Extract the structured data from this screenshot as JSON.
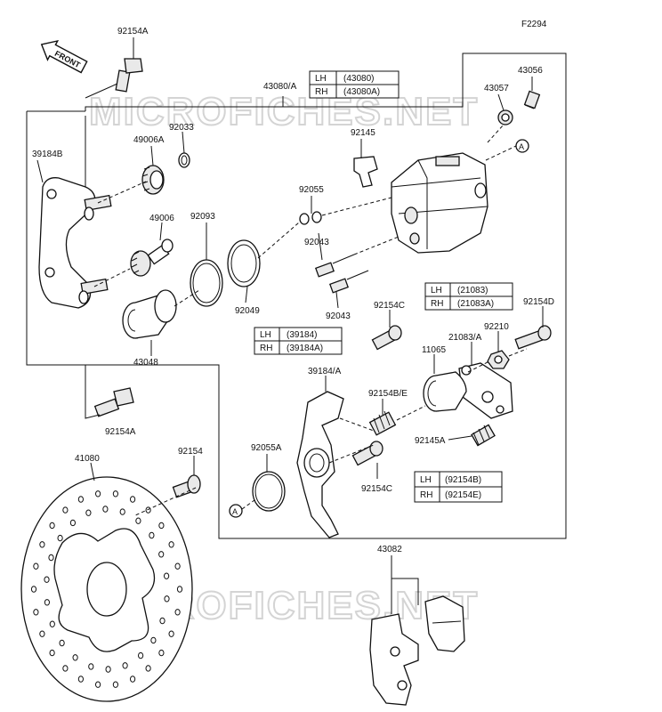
{
  "figure_code": "F2294",
  "front_label": "FRONT",
  "watermark": "MICROFICHES.NET",
  "callout_marker": "A",
  "labels": {
    "p92154A_top": "92154A",
    "p43080A": "43080/A",
    "p43056": "43056",
    "p43057": "43057",
    "p39184B": "39184B",
    "p49006A": "49006A",
    "p92033": "92033",
    "p92145": "92145",
    "p92055": "92055",
    "p49006": "49006",
    "p92093": "92093",
    "p92043_a": "92043",
    "p92049": "92049",
    "p92043_b": "92043",
    "p43048": "43048",
    "p92154C_top": "92154C",
    "p92154D": "92154D",
    "p92210": "92210",
    "p21083A": "21083/A",
    "p11065": "11065",
    "p39184A": "39184/A",
    "p92154BE": "92154B/E",
    "p92154A_bot": "92154A",
    "p41080": "41080",
    "p92154": "92154",
    "p92055A": "92055A",
    "p92145A": "92145A",
    "p92154C_bot": "92154C",
    "p43082": "43082"
  },
  "tables": {
    "t43080": {
      "lh_key": "LH",
      "lh_val": "(43080)",
      "rh_key": "RH",
      "rh_val": "(43080A)"
    },
    "t21083": {
      "lh_key": "LH",
      "lh_val": "(21083)",
      "rh_key": "RH",
      "rh_val": "(21083A)"
    },
    "t39184": {
      "lh_key": "LH",
      "lh_val": "(39184)",
      "rh_key": "RH",
      "rh_val": "(39184A)"
    },
    "t92154": {
      "lh_key": "LH",
      "lh_val": "(92154B)",
      "rh_key": "RH",
      "rh_val": "(92154E)"
    }
  }
}
